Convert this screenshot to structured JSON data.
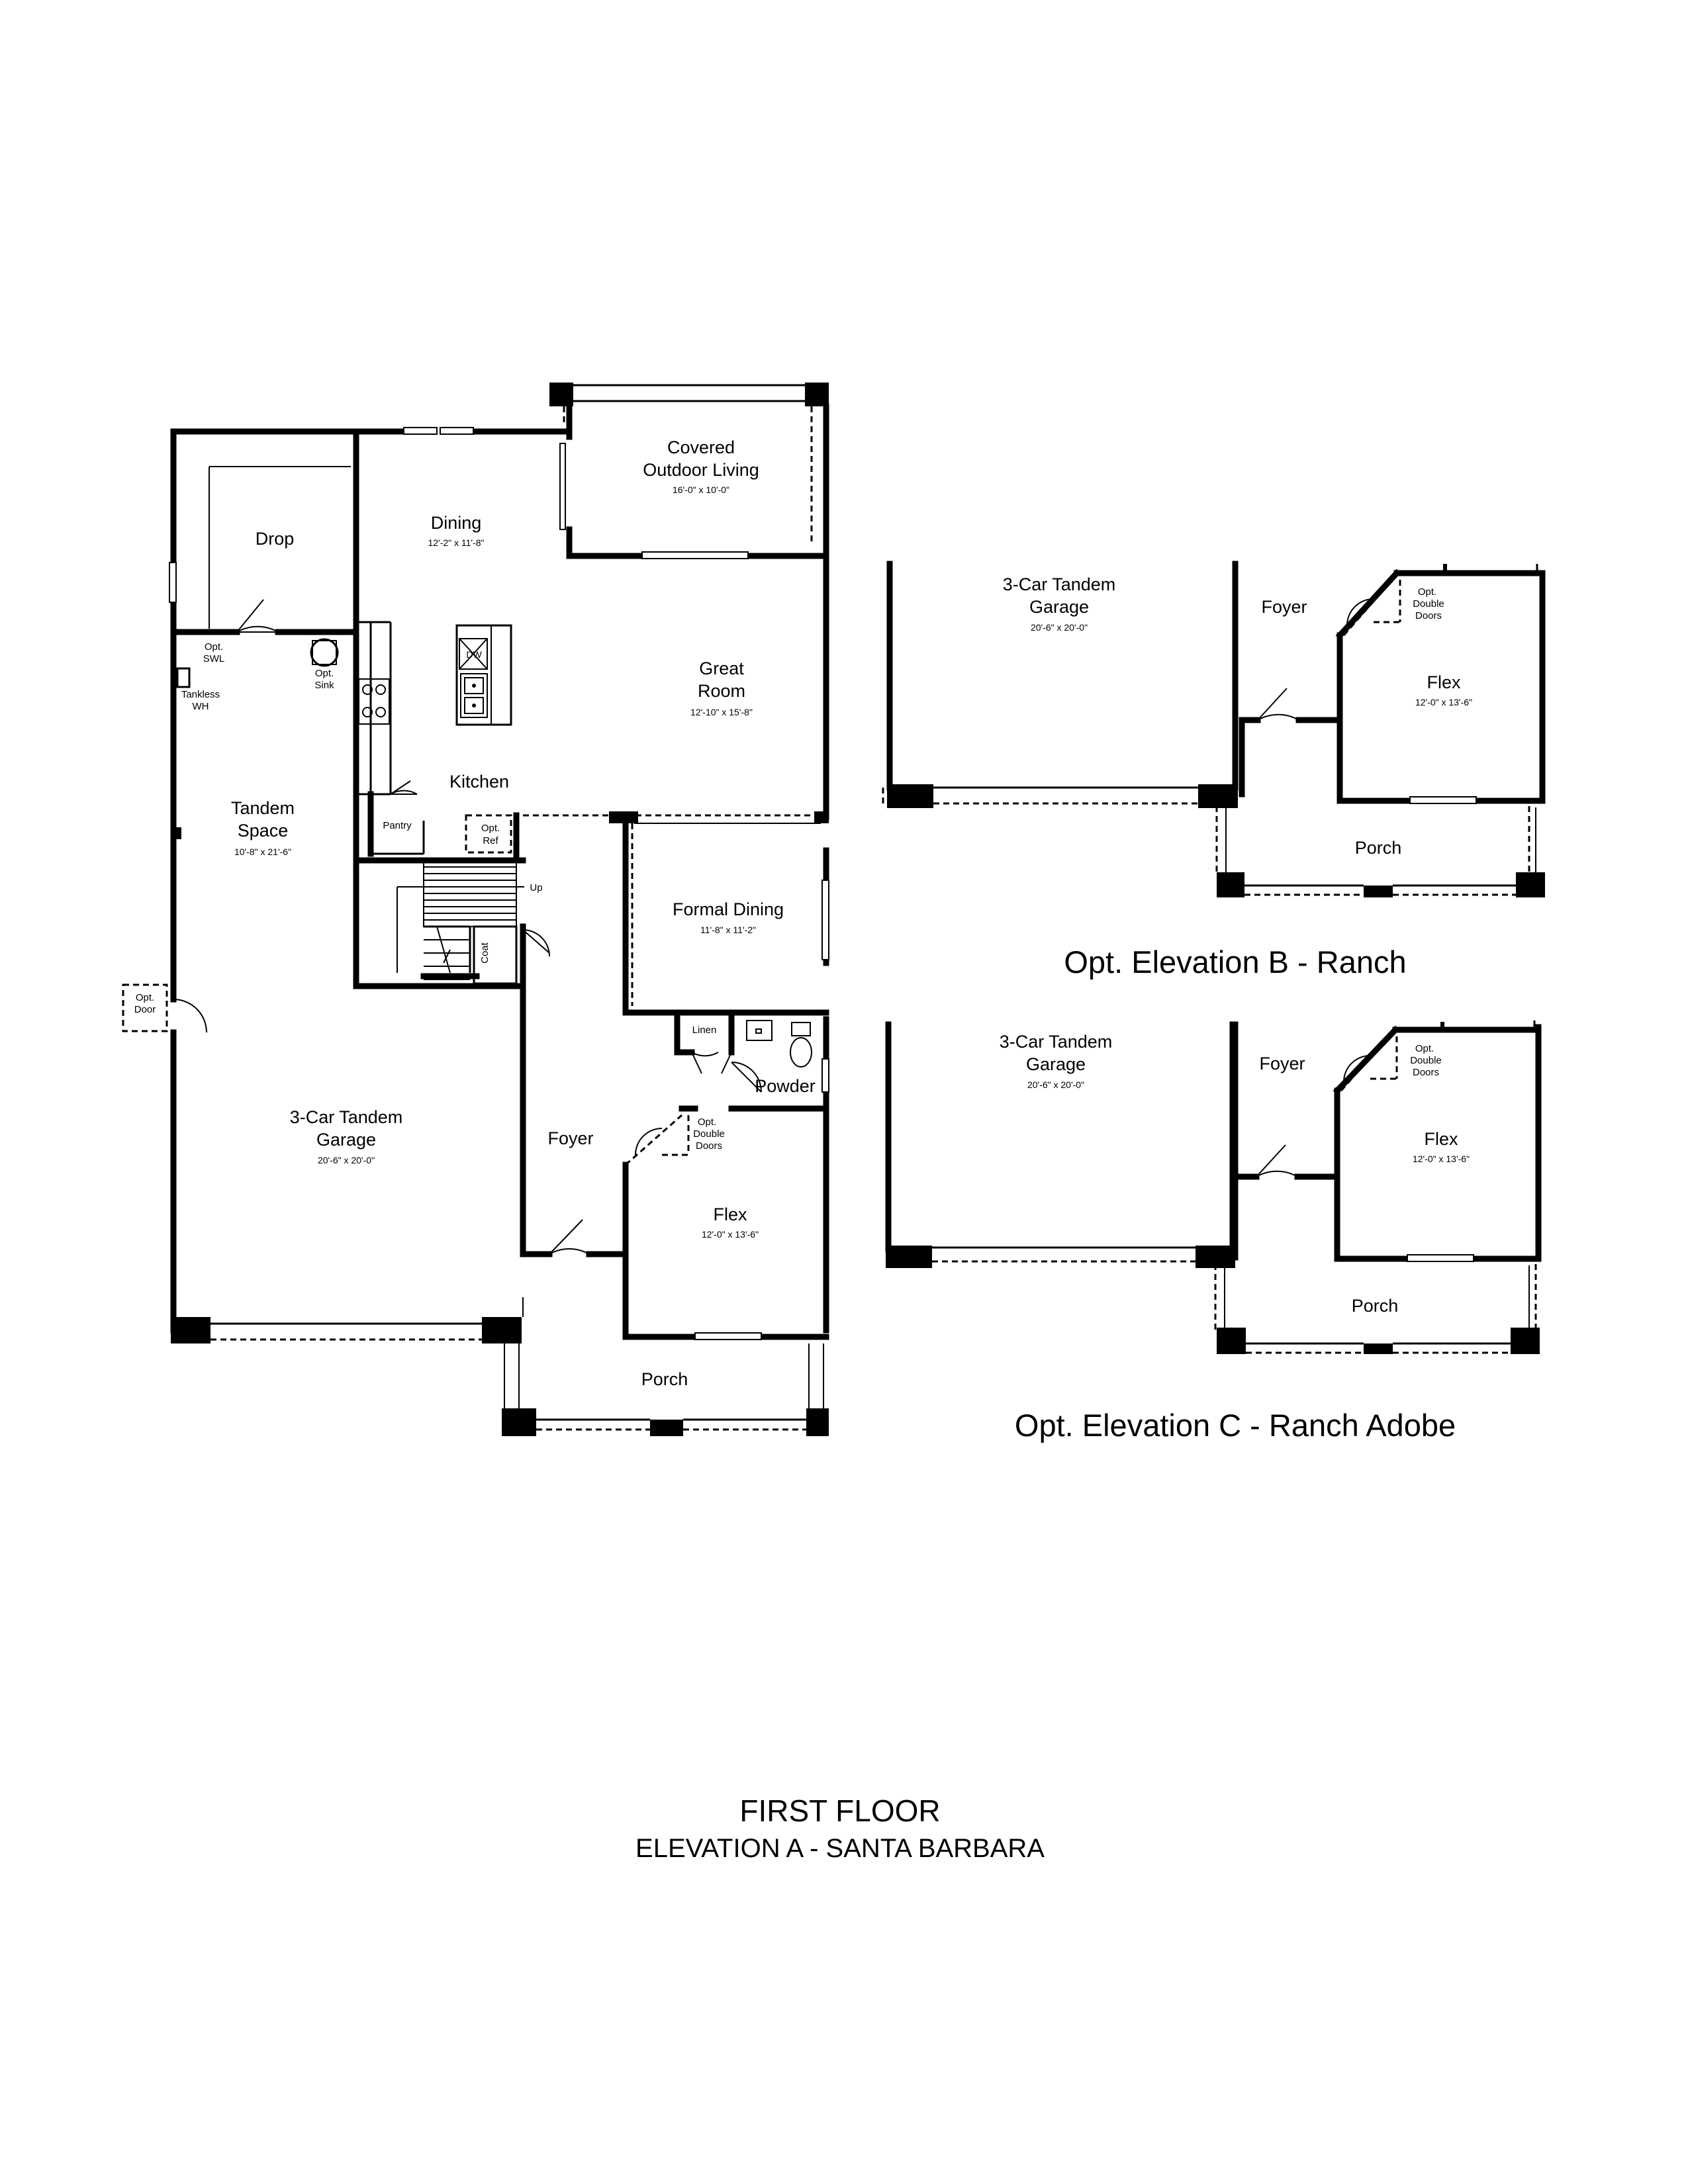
{
  "title": {
    "main": "FIRST FLOOR",
    "sub": "ELEVATION A - SANTA BARBARA"
  },
  "main_plan": {
    "rooms": {
      "covered_outdoor_line1": "Covered",
      "covered_outdoor_line2": "Outdoor Living",
      "covered_outdoor_dim": "16'-0\" x 10'-0\"",
      "drop": "Drop",
      "dining": "Dining",
      "dining_dim": "12'-2\" x 11'-8\"",
      "great_room_line1": "Great",
      "great_room_line2": "Room",
      "great_room_dim": "12'-10\" x 15'-8\"",
      "kitchen": "Kitchen",
      "pantry": "Pantry",
      "opt_ref_line1": "Opt.",
      "opt_ref_line2": "Ref",
      "dw": "DW",
      "opt_swl_line1": "Opt.",
      "opt_swl_line2": "SWL",
      "opt_sink_line1": "Opt.",
      "opt_sink_line2": "Sink",
      "tankless_line1": "Tankless",
      "tankless_line2": "WH",
      "tandem_line1": "Tandem",
      "tandem_line2": "Space",
      "tandem_dim": "10'-8\" x 21'-6\"",
      "up": "Up",
      "coat": "Coat",
      "formal_dining": "Formal Dining",
      "formal_dining_dim": "11'-8\" x 11'-2\"",
      "linen": "Linen",
      "powder": "Powder",
      "opt_door_line1": "Opt.",
      "opt_door_line2": "Door",
      "garage_line1": "3-Car Tandem",
      "garage_line2": "Garage",
      "garage_dim": "20'-6\" x 20'-0\"",
      "foyer": "Foyer",
      "opt_double_line1": "Opt.",
      "opt_double_line2": "Double",
      "opt_double_line3": "Doors",
      "flex": "Flex",
      "flex_dim": "12'-0\" x 13'-6\"",
      "porch": "Porch"
    }
  },
  "elevation_b": {
    "caption": "Opt. Elevation B - Ranch",
    "garage_line1": "3-Car Tandem",
    "garage_line2": "Garage",
    "garage_dim": "20'-6\" x 20'-0\"",
    "foyer": "Foyer",
    "opt_double_line1": "Opt.",
    "opt_double_line2": "Double",
    "opt_double_line3": "Doors",
    "flex": "Flex",
    "flex_dim": "12'-0\" x 13'-6\"",
    "porch": "Porch"
  },
  "elevation_c": {
    "caption": "Opt. Elevation C - Ranch Adobe",
    "garage_line1": "3-Car Tandem",
    "garage_line2": "Garage",
    "garage_dim": "20'-6\" x 20'-0\"",
    "foyer": "Foyer",
    "opt_double_line1": "Opt.",
    "opt_double_line2": "Double",
    "opt_double_line3": "Doors",
    "flex": "Flex",
    "flex_dim": "12'-0\" x 13'-6\"",
    "porch": "Porch"
  }
}
